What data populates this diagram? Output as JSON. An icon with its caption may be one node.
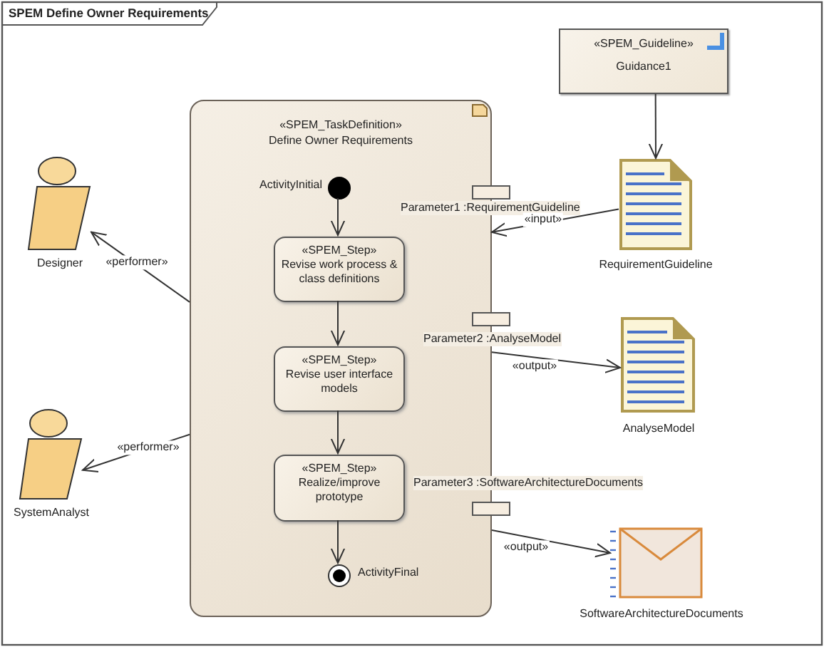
{
  "diagram": {
    "title": "SPEM Define Owner Requirements",
    "nodes": [
      {
        "text": [
          "«SPEM_TaskDefinition»",
          "Define Owner Requirements"
        ]
      },
      {
        "text": [],
        "shape": "circle",
        "in": 0,
        "beside": [
          "ActivityInitial"
        ]
      },
      {
        "text": [
          "«SPEM_Step»",
          "Revise work process & class definitions"
        ],
        "in": 0
      },
      {
        "text": [
          "«SPEM_Step»",
          "Revise user interface models"
        ],
        "in": 0
      },
      {
        "text": [
          "«SPEM_Step»",
          "Realize/improve prototype"
        ],
        "in": 0
      },
      {
        "text": [],
        "shape": "circle",
        "in": 0,
        "beside": [
          "ActivityFinal"
        ]
      },
      {
        "text": [],
        "shape": "box",
        "beside": [
          "Parameter1 :RequirementGuideline"
        ]
      },
      {
        "text": [],
        "shape": "box",
        "beside": [
          "Parameter2 :AnalyseModel"
        ]
      },
      {
        "text": [],
        "shape": "box",
        "beside": [
          "Parameter3 :SoftwareArchitectureDocuments"
        ]
      },
      {
        "text": [
          "Designer"
        ]
      },
      {
        "text": [
          "SystemAnalyst"
        ]
      },
      {
        "text": [
          "«SPEM_Guideline»",
          "Guidance1"
        ]
      },
      {
        "text": [
          "RequirementGuideline"
        ]
      },
      {
        "text": [
          "AnalyseModel"
        ]
      },
      {
        "text": [
          "SoftwareArchitectureDocuments"
        ]
      }
    ],
    "edges": [
      {
        "from": 1,
        "to": 2,
        "arrow": "to"
      },
      {
        "from": 2,
        "to": 3,
        "arrow": "to"
      },
      {
        "from": 3,
        "to": 4,
        "arrow": "to"
      },
      {
        "from": 4,
        "to": 5,
        "arrow": "to"
      },
      {
        "from": 0,
        "to": 9,
        "arrow": "to",
        "label": "«performer»"
      },
      {
        "from": 0,
        "to": 10,
        "arrow": "to",
        "label": "«performer»"
      },
      {
        "from": 11,
        "to": 12,
        "arrow": "to"
      },
      {
        "from": 12,
        "to": 0,
        "arrow": "to",
        "label": "«input»"
      },
      {
        "from": 0,
        "to": 13,
        "arrow": "to",
        "label": "«output»"
      },
      {
        "from": 0,
        "to": 14,
        "arrow": "to",
        "label": "«output»"
      }
    ]
  }
}
